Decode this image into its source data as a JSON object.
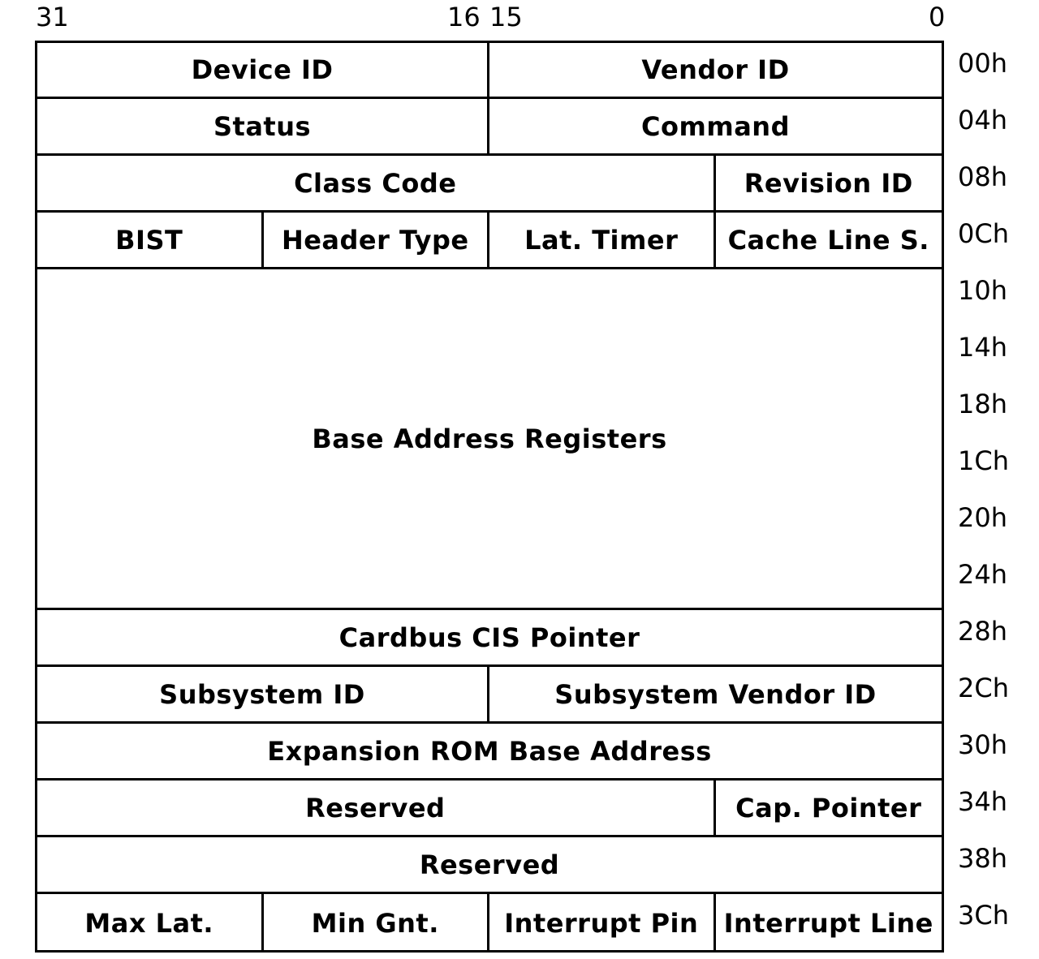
{
  "bit_labels": {
    "msb": "31",
    "upper_low": "16",
    "lower_high": "15",
    "lsb": "0"
  },
  "rows": [
    {
      "cells": [
        "Device ID",
        "Vendor ID"
      ]
    },
    {
      "cells": [
        "Status",
        "Command"
      ]
    },
    {
      "cells": [
        "Class Code",
        "Revision ID"
      ]
    },
    {
      "cells": [
        "BIST",
        "Header Type",
        "Lat. Timer",
        "Cache Line S."
      ]
    },
    {
      "cells": [
        "Base Address Registers"
      ]
    },
    {
      "cells": [
        "Cardbus CIS Pointer"
      ]
    },
    {
      "cells": [
        "Subsystem ID",
        "Subsystem Vendor ID"
      ]
    },
    {
      "cells": [
        "Expansion ROM Base Address"
      ]
    },
    {
      "cells": [
        "Reserved",
        "Cap. Pointer"
      ]
    },
    {
      "cells": [
        "Reserved"
      ]
    },
    {
      "cells": [
        "Max Lat.",
        "Min Gnt.",
        "Interrupt Pin",
        "Interrupt Line"
      ]
    }
  ],
  "offsets": [
    "00h",
    "04h",
    "08h",
    "0Ch",
    "10h",
    "14h",
    "18h",
    "1Ch",
    "20h",
    "24h",
    "28h",
    "2Ch",
    "30h",
    "34h",
    "38h",
    "3Ch"
  ]
}
